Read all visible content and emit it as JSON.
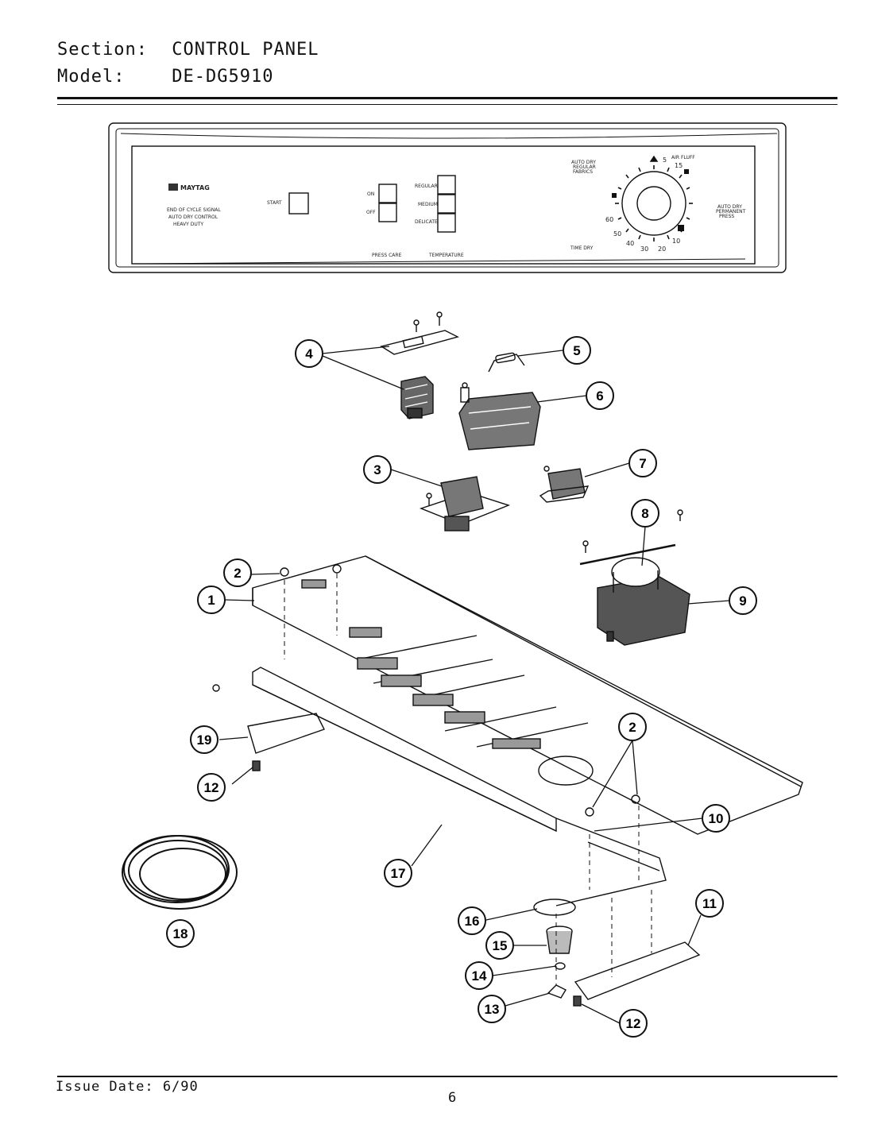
{
  "header": {
    "section_key": "Section:",
    "section_value": "CONTROL PANEL",
    "model_key": "Model:",
    "model_value": "DE-DG5910"
  },
  "panel": {
    "brand": "MAYTAG",
    "cycle_signal_text": [
      "END OF CYCLE SIGNAL",
      "AUTO DRY CONTROL",
      "HEAVY DUTY"
    ],
    "start_label": "START",
    "on_label": "ON",
    "off_label": "OFF",
    "temp_labels": [
      "REGULAR",
      "MEDIUM",
      "DELICATE"
    ],
    "press_care_label": "PRESS CARE",
    "temperature_label": "TEMPERATURE",
    "dial_labels": {
      "auto_dry_regular": [
        "AUTO DRY",
        "REGULAR",
        "FABRICS"
      ],
      "air_fluff": "AIR FLUFF",
      "auto_dry_permanent": [
        "AUTO DRY",
        "PERMANENT",
        "PRESS"
      ],
      "time_dry": "TIME DRY",
      "numbers": [
        "5",
        "15",
        "10",
        "20",
        "30",
        "40",
        "50",
        "60"
      ]
    }
  },
  "callouts": [
    "1",
    "2",
    "2",
    "3",
    "4",
    "5",
    "6",
    "7",
    "8",
    "9",
    "10",
    "11",
    "12",
    "12",
    "13",
    "14",
    "15",
    "16",
    "17",
    "18",
    "19"
  ],
  "footer": {
    "issue_date": "Issue Date: 6/90",
    "page_number": "6"
  }
}
